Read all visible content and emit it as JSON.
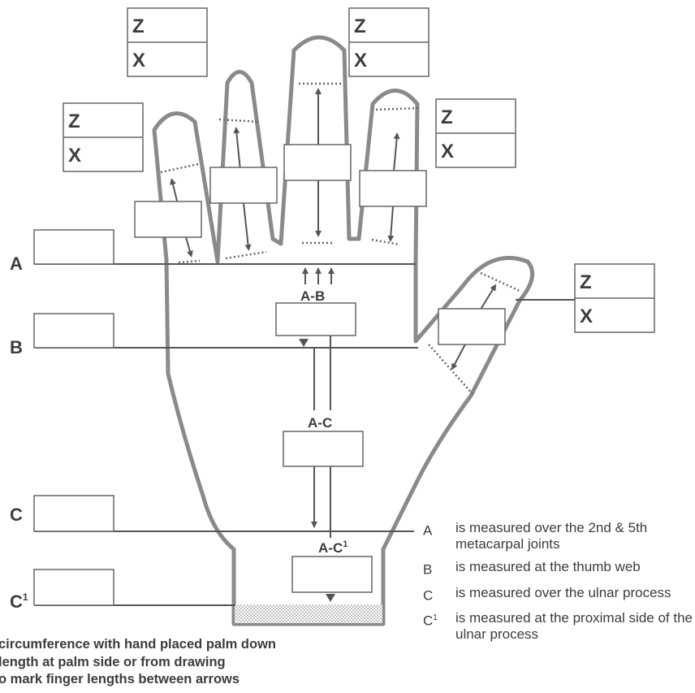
{
  "row_labels": {
    "A": "A",
    "B": "B",
    "C": "C",
    "C1_base": "C",
    "C1_sup": "1"
  },
  "measure_labels": {
    "ab": "A-B",
    "ac": "A-C",
    "ac1_base": "A-C",
    "ac1_sup": "1"
  },
  "finger_box": {
    "z": "Z",
    "x": "X"
  },
  "legend": [
    {
      "key": "A",
      "sup": "",
      "text": "is measured over the 2nd & 5th metacarpal joints"
    },
    {
      "key": "B",
      "sup": "",
      "text": "is measured at the thumb web"
    },
    {
      "key": "C",
      "sup": "",
      "text": "is measured over the ulnar process"
    },
    {
      "key": "C",
      "sup": "1",
      "text": "is measured at the proximal side of the ulnar process"
    }
  ],
  "footnotes": [
    "circumference with hand placed palm down",
    "length at palm side or from drawing",
    "o mark finger lengths between arrows"
  ],
  "colors": {
    "outline": "#8a8a8a",
    "line": "#555555",
    "box_border": "#666666",
    "text": "#3c3c3c"
  }
}
